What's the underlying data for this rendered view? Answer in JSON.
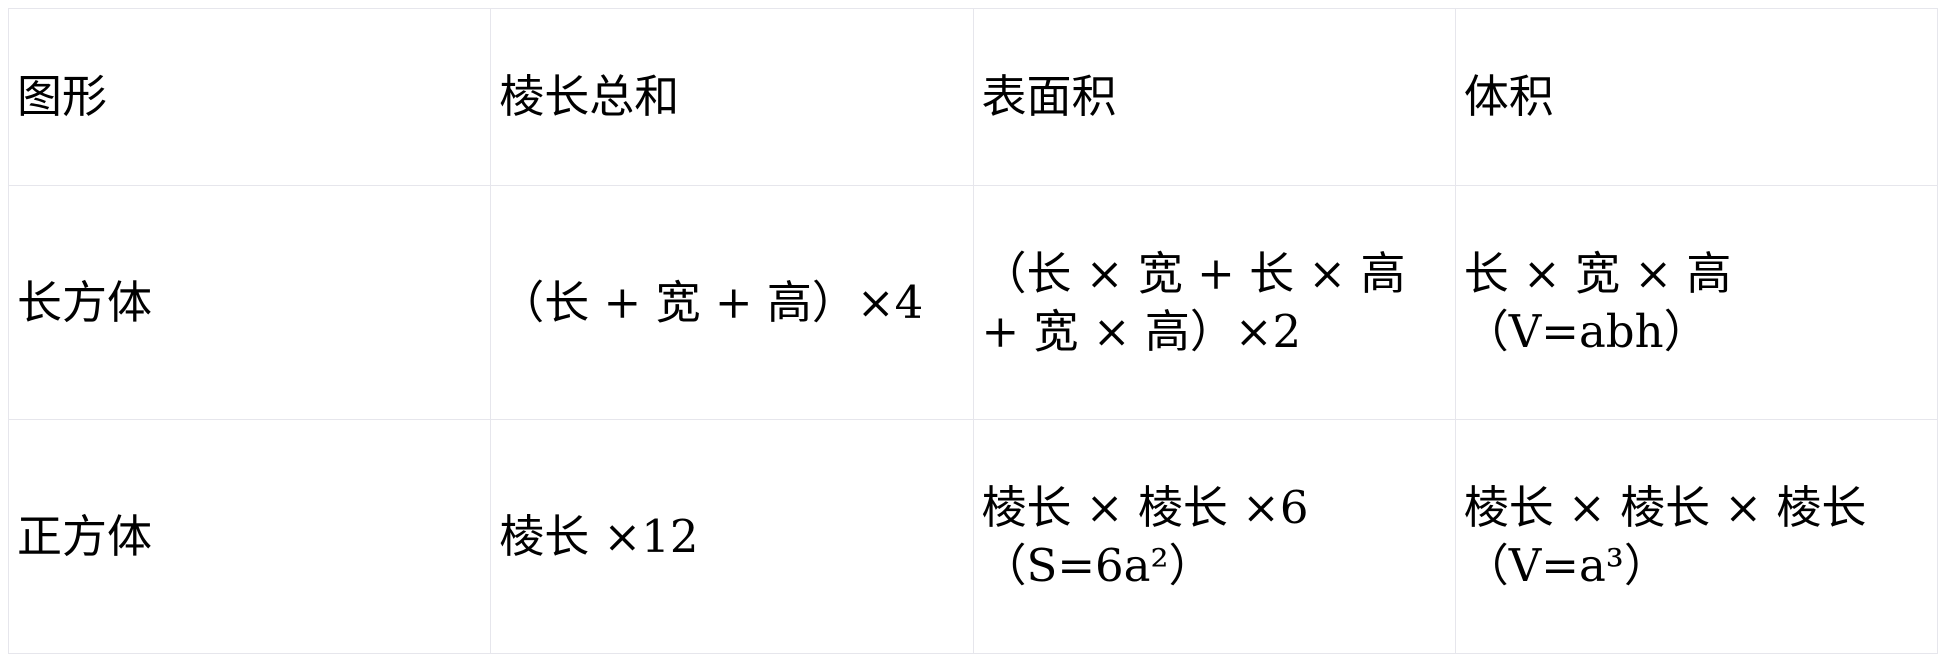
{
  "table": {
    "headers": [
      "图形",
      "棱长总和",
      "表面积",
      "体积"
    ],
    "rows": [
      [
        "长方体",
        "（长 + 宽 + 高）×4",
        "（长 × 宽 + 长 × 高 + 宽 × 高）×2",
        "长 × 宽 × 高 （V=abh）"
      ],
      [
        "正方体",
        "棱长 ×12",
        "棱长 × 棱长 ×6 （S=6a²）",
        "棱长 × 棱长 × 棱长 （V=a³）"
      ]
    ]
  }
}
